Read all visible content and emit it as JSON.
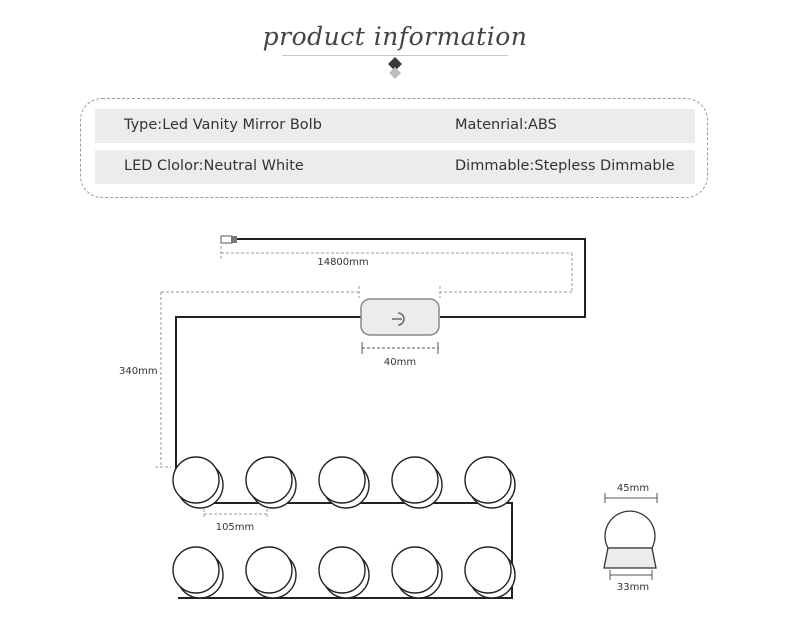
{
  "header": {
    "title": "product information"
  },
  "info": {
    "rows": [
      {
        "left": "Type:Led Vanity Mirror Bolb",
        "right": "Matenrial:ABS"
      },
      {
        "left": "LED Clolor:Neutral White",
        "right": "Dimmable:Stepless Dimmable"
      }
    ]
  },
  "diagram": {
    "cable_length": "14800mm",
    "switch_width": "40mm",
    "drop_height": "340mm",
    "bulb_spacing": "105mm",
    "bulb_diameter": "45mm",
    "base_width": "33mm",
    "bulb_count": 10,
    "colors": {
      "line": "#222222",
      "dashed": "#9a9a9a",
      "panel": "#ececec"
    }
  }
}
